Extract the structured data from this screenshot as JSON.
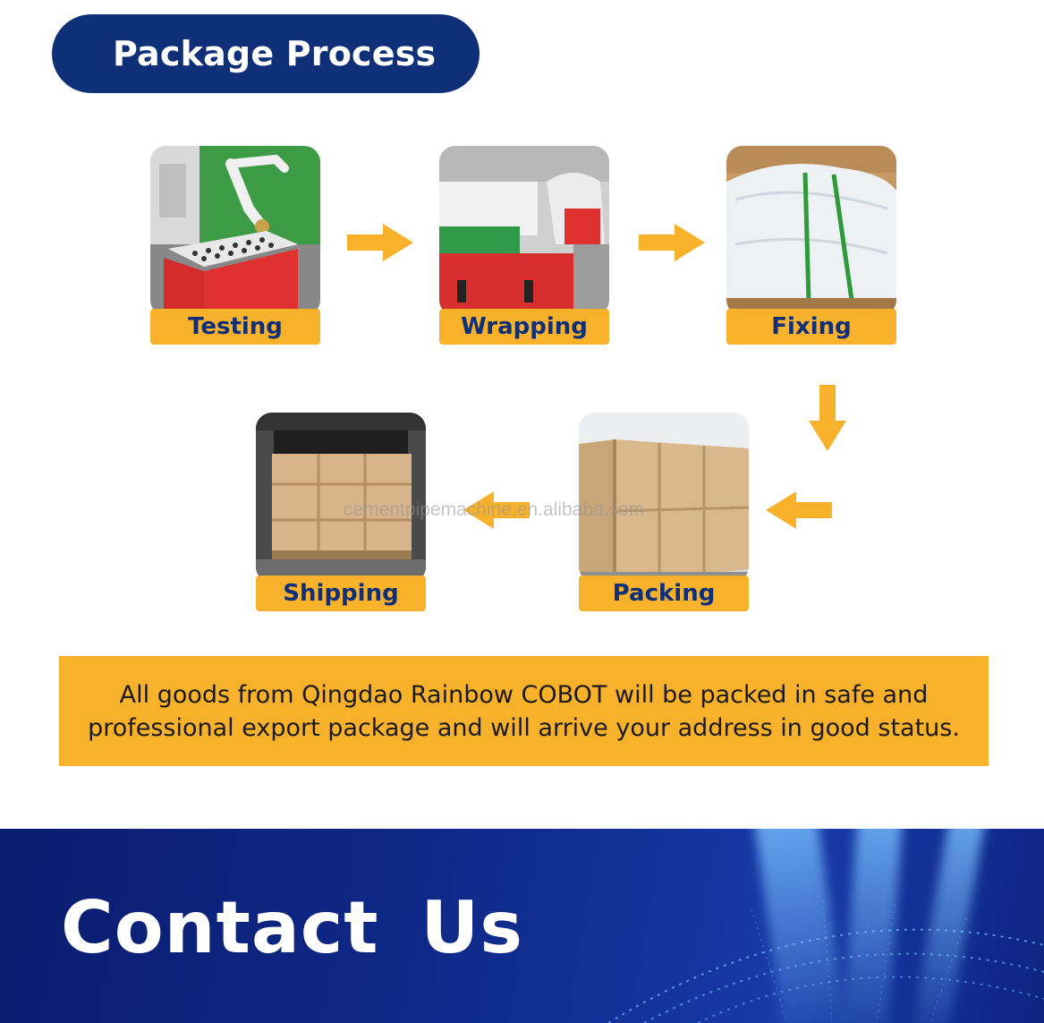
{
  "header": {
    "title": "Package Process"
  },
  "steps": [
    {
      "label": "Testing"
    },
    {
      "label": "Wrapping"
    },
    {
      "label": "Fixing"
    },
    {
      "label": "Packing"
    },
    {
      "label": "Shipping"
    }
  ],
  "watermark": "cementpipemachine.en.alibaba.com",
  "notice": {
    "line1": "All goods from Qingdao Rainbow COBOT will be packed in safe and",
    "line2": "professional export package and will arrive your address in good status."
  },
  "contact": {
    "title": "Contact  Us"
  },
  "colors": {
    "navy": "#0f2f78",
    "accent": "#f7b12b"
  }
}
